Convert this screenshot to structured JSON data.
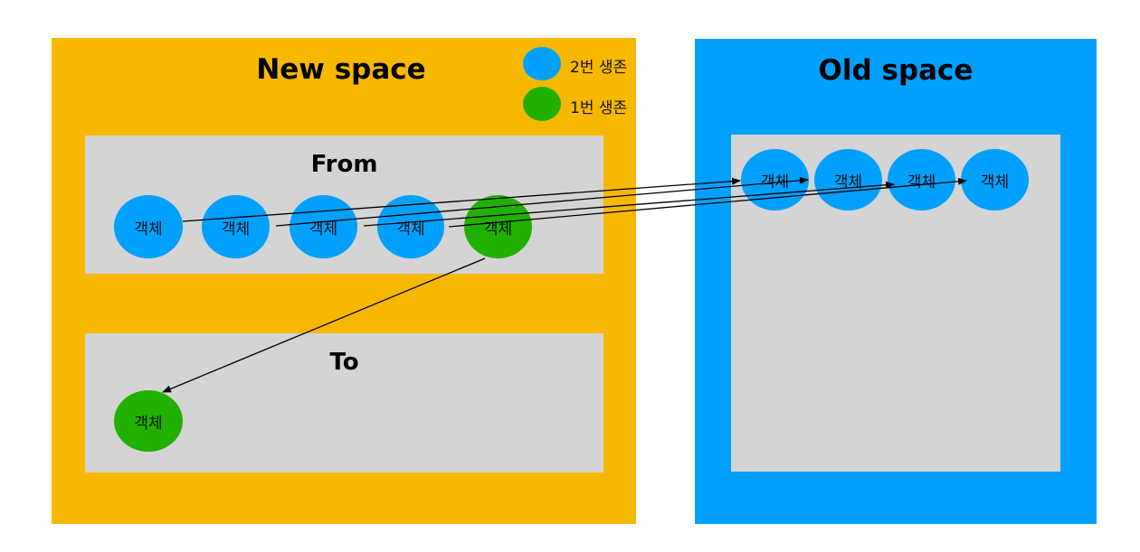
{
  "colors": {
    "new_space": "#f7b800",
    "old_space": "#00a0ff",
    "region": "#d4d4d4",
    "survived_2": "#00a0ff",
    "survived_1": "#22b000"
  },
  "new_space": {
    "title": "New space"
  },
  "old_space": {
    "title": "Old space"
  },
  "from": {
    "title": "From"
  },
  "to": {
    "title": "To"
  },
  "legend": [
    {
      "label": "2번 생존",
      "color": "#00a0ff"
    },
    {
      "label": "1번 생존",
      "color": "#22b000"
    }
  ],
  "object_label": "객체",
  "objects": {
    "from": [
      {
        "label": "객체",
        "status": "2번 생존"
      },
      {
        "label": "객체",
        "status": "2번 생존"
      },
      {
        "label": "객체",
        "status": "2번 생존"
      },
      {
        "label": "객체",
        "status": "2번 생존"
      },
      {
        "label": "객체",
        "status": "1번 생존"
      }
    ],
    "to": [
      {
        "label": "객체",
        "status": "1번 생존"
      }
    ],
    "old": [
      {
        "label": "객체",
        "status": "2번 생존"
      },
      {
        "label": "객체",
        "status": "2번 생존"
      },
      {
        "label": "객체",
        "status": "2번 생존"
      },
      {
        "label": "객체",
        "status": "2번 생존"
      }
    ]
  }
}
